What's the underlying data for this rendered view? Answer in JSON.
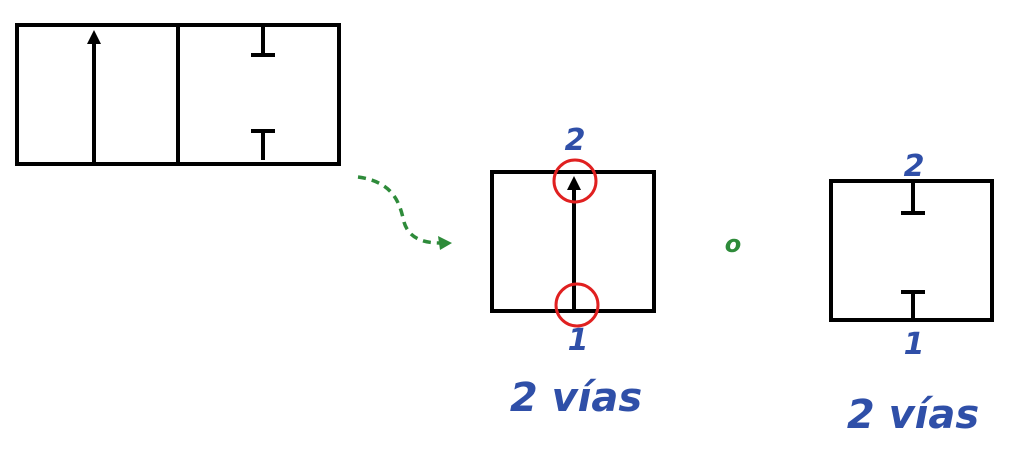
{
  "colors": {
    "line": "#000000",
    "label": "#2f4fa8",
    "highlight": "#e02020",
    "connector": "#2e8b3a"
  },
  "middle_symbol": {
    "port_top": "2",
    "port_bottom": "1",
    "caption": "2 vías"
  },
  "conjunction": "o",
  "right_symbol": {
    "port_top": "2",
    "port_bottom": "1",
    "caption": "2 vías"
  }
}
